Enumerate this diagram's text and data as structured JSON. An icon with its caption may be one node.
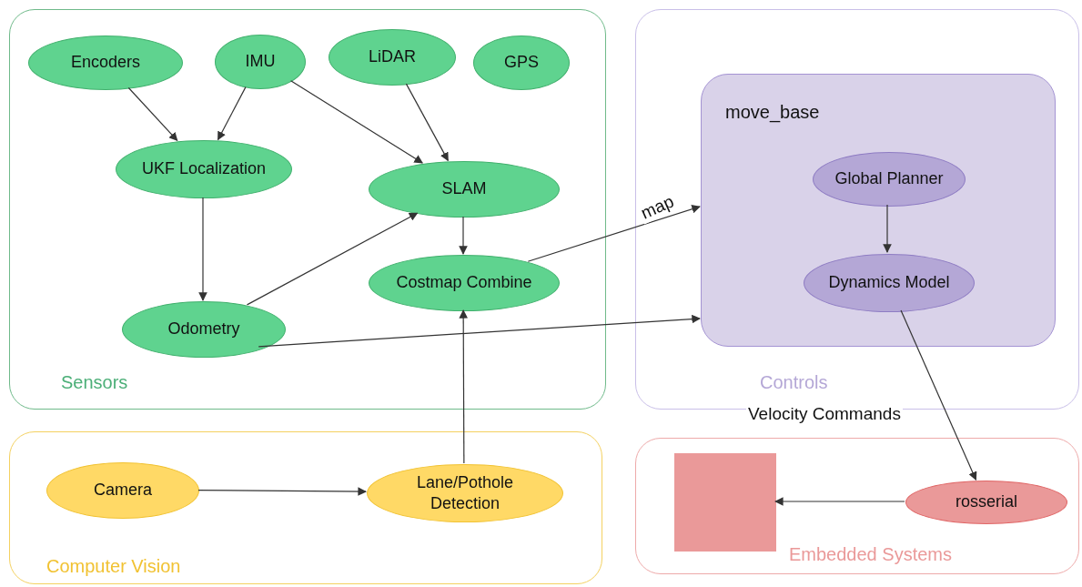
{
  "diagram": {
    "nodes": [
      {
        "text": [
          "Sensors"
        ]
      },
      {
        "text": [
          "Encoders"
        ],
        "in": 0
      },
      {
        "text": [
          "IMU"
        ],
        "in": 0
      },
      {
        "text": [
          "LiDAR"
        ],
        "in": 0
      },
      {
        "text": [
          "GPS"
        ],
        "in": 0
      },
      {
        "text": [
          "UKF Localization"
        ],
        "in": 0
      },
      {
        "text": [
          "SLAM"
        ],
        "in": 0
      },
      {
        "text": [
          "Costmap Combine"
        ],
        "in": 0
      },
      {
        "text": [
          "Odometry"
        ],
        "in": 0
      },
      {
        "text": [
          "Controls"
        ]
      },
      {
        "text": [
          "move_base"
        ],
        "in": 9
      },
      {
        "text": [
          "Global Planner"
        ],
        "in": 10
      },
      {
        "text": [
          "Dynamics Model"
        ],
        "in": 10
      },
      {
        "text": [
          "Computer Vision"
        ]
      },
      {
        "text": [
          "Camera"
        ],
        "in": 13
      },
      {
        "text": [
          "Lane/Pothole Detection"
        ],
        "in": 13
      },
      {
        "text": [
          "Embedded Systems"
        ]
      },
      {
        "text": [],
        "shape": "box",
        "in": 16
      },
      {
        "text": [
          "rosserial"
        ],
        "in": 16
      }
    ],
    "edges": [
      {
        "from": 1,
        "to": 5,
        "arrow": "to"
      },
      {
        "from": 2,
        "to": 5,
        "arrow": "to"
      },
      {
        "from": 2,
        "to": 6,
        "arrow": "to"
      },
      {
        "from": 3,
        "to": 6,
        "arrow": "to"
      },
      {
        "from": 5,
        "to": 8,
        "arrow": "to"
      },
      {
        "from": 8,
        "to": 6,
        "arrow": "to"
      },
      {
        "from": 6,
        "to": 7,
        "arrow": "to"
      },
      {
        "from": 15,
        "to": 7,
        "arrow": "to"
      },
      {
        "from": 7,
        "to": 10,
        "label": "map",
        "arrow": "to"
      },
      {
        "from": 8,
        "to": 10,
        "arrow": "to"
      },
      {
        "from": 11,
        "to": 12,
        "arrow": "to"
      },
      {
        "from": 12,
        "to": 18,
        "label": "Velocity Commands",
        "arrow": "to"
      },
      {
        "from": 14,
        "to": 15,
        "arrow": "to"
      },
      {
        "from": 18,
        "to": 17,
        "arrow": "to"
      }
    ]
  }
}
